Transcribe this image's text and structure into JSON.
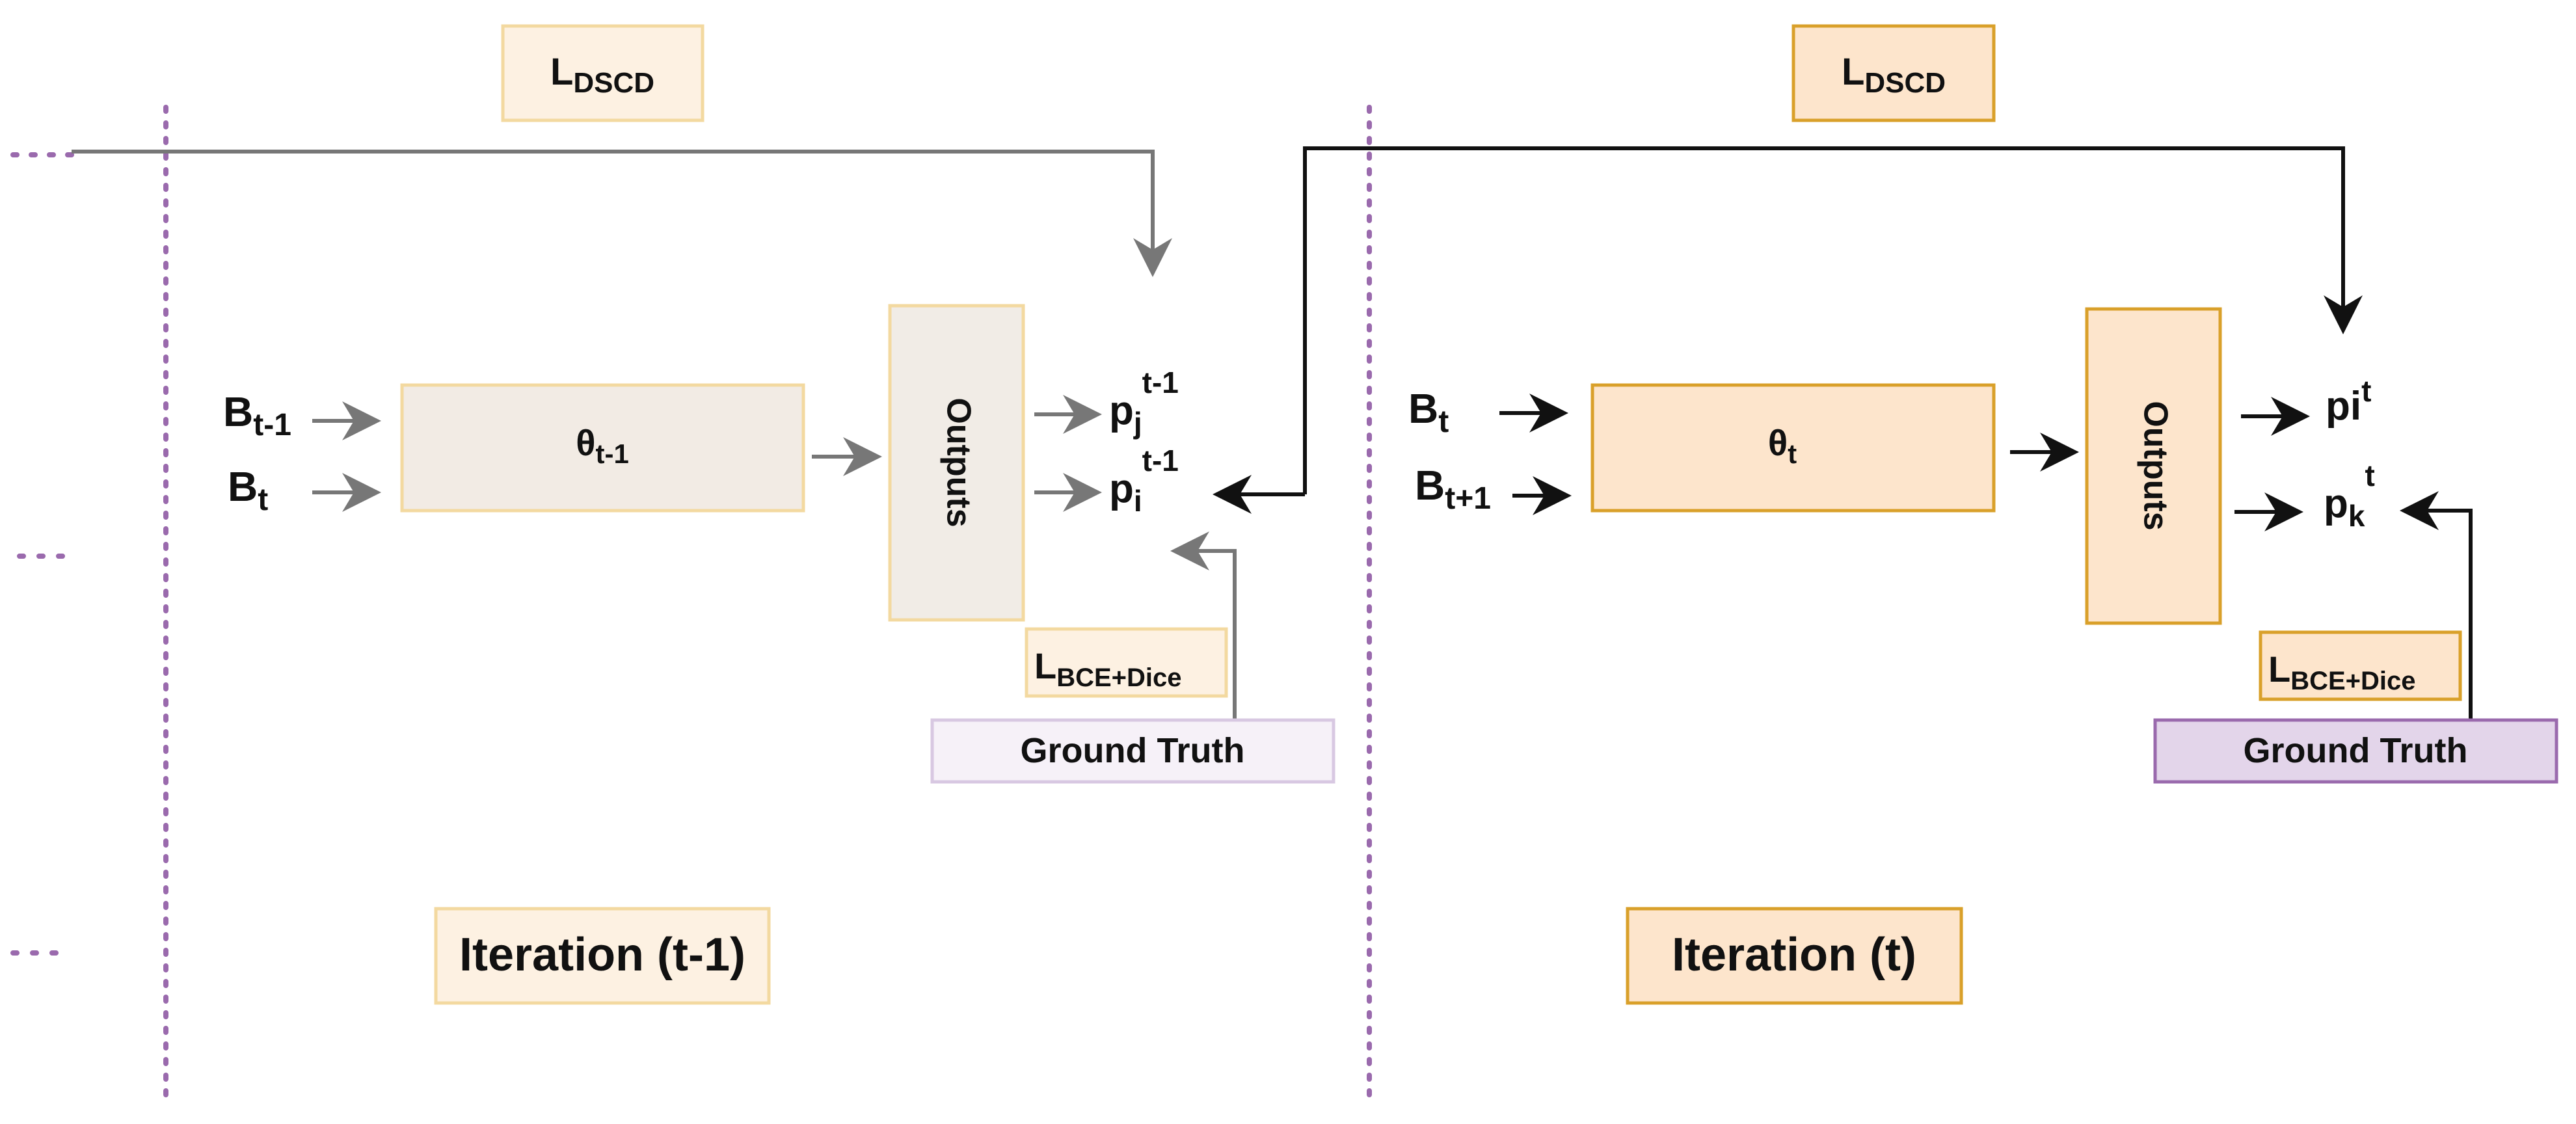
{
  "boxes": {
    "ldscd": {
      "main": "L",
      "sub": "DSCD"
    },
    "theta_prev": {
      "main": "θ",
      "sub": "t-1"
    },
    "theta_cur": {
      "main": "θ",
      "sub": "t"
    },
    "outputs": "Outputs",
    "lbce": {
      "main": "L",
      "sub": "BCE+Dice"
    },
    "ground_truth": "Ground Truth",
    "iteration_prev": "Iteration (t-1)",
    "iteration_cur": "Iteration (t)"
  },
  "inputs": {
    "prev_top": {
      "main": "B",
      "sub": "t-1"
    },
    "prev_bottom": {
      "main": "B",
      "sub": "t"
    },
    "cur_top": {
      "main": "B",
      "sub": "t"
    },
    "cur_bottom": {
      "main": "B",
      "sub": "t+1"
    }
  },
  "predictions": {
    "prev_top": {
      "main": "p",
      "sub": "j",
      "sup": "t-1"
    },
    "prev_bottom": {
      "main": "p",
      "sub": "i",
      "sup": "t-1"
    },
    "cur_top": {
      "main": "pi",
      "sup": "t"
    },
    "cur_bottom": {
      "main": "p",
      "sub": "k",
      "sup": "t"
    }
  },
  "colors": {
    "faded_orange_fill": "#fdf1e2",
    "faded_orange_stroke": "#f3d9a0",
    "orange_fill": "#fde5cc",
    "orange_stroke": "#d9a02a",
    "theta_prev_fill": "#f2ebe4",
    "outputs_prev_fill": "#f1ece6",
    "faded_purple_fill": "#f6f1f8",
    "faded_purple_stroke": "#d8c8e2",
    "purple_fill": "#e3d5ea",
    "purple_stroke": "#9a6aad",
    "divider": "#9a6aad",
    "faded_arrow": "#777777",
    "arrow": "#111111"
  }
}
